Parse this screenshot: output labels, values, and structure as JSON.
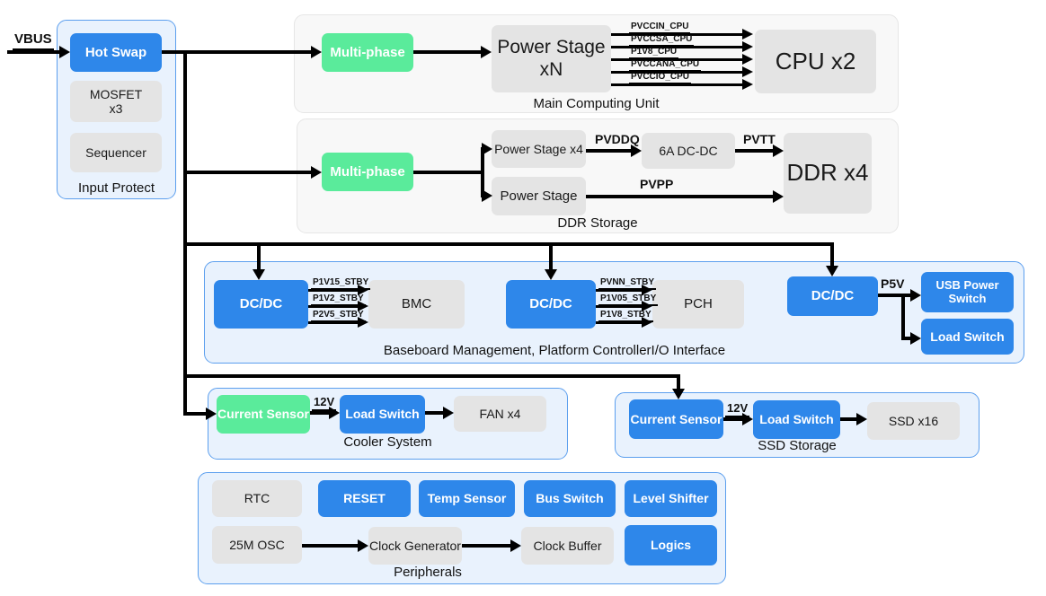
{
  "signals": {
    "vbus": "VBUS",
    "cpu_rails": [
      "PVCCIN_CPU",
      "PVCCSA_CPU",
      "P1V8_CPU",
      "PVCCANA_CPU",
      "PVCCIO_CPU"
    ],
    "ddr": {
      "pvddq": "PVDDQ",
      "pvtt": "PVTT",
      "pvpp": "PVPP"
    },
    "bmc_rails": [
      "P1V15_STBY",
      "P1V2_STBY",
      "P2V5_STBY"
    ],
    "pch_rails": [
      "PVNN_STBY",
      "P1V05_STBY",
      "P1V8_STBY"
    ],
    "p5v": "P5V",
    "cooler_12v": "12V",
    "ssd_12v": "12V"
  },
  "groups": {
    "input_protect": {
      "label": "Input Protect",
      "hot_swap": "Hot Swap",
      "mosfet": "MOSFET\nx3",
      "sequencer": "Sequencer"
    },
    "main_computing": {
      "label": "Main Computing Unit",
      "multi_phase": "Multi-phase",
      "power_stage": "Power Stage\nxN",
      "cpu": "CPU x2"
    },
    "ddr_storage": {
      "label": "DDR Storage",
      "multi_phase": "Multi-phase",
      "power_stage_x4": "Power Stage x4",
      "power_stage": "Power Stage",
      "dcdc_6a": "6A DC-DC",
      "ddr": "DDR x4"
    },
    "baseboard": {
      "label": "Baseboard Management, Platform ControllerI/O Interface",
      "dcdc1": "DC/DC",
      "bmc": "BMC",
      "dcdc2": "DC/DC",
      "pch": "PCH",
      "dcdc3": "DC/DC",
      "usb_power_switch": "USB Power\nSwitch",
      "load_switch": "Load Switch"
    },
    "cooler": {
      "label": "Cooler System",
      "current_sensor": "Current Sensor",
      "load_switch": "Load Switch",
      "fan": "FAN x4"
    },
    "ssd": {
      "label": "SSD Storage",
      "current_sensor": "Current Sensor",
      "load_switch": "Load Switch",
      "ssd": "SSD x16"
    },
    "peripherals": {
      "label": "Peripherals",
      "rtc": "RTC",
      "reset": "RESET",
      "temp_sensor": "Temp Sensor",
      "bus_switch": "Bus Switch",
      "level_shifter": "Level Shifter",
      "osc": "25M OSC",
      "clock_generator": "Clock Generator",
      "clock_buffer": "Clock Buffer",
      "logics": "Logics"
    }
  },
  "colors": {
    "block_blue": "#2E87EA",
    "block_green": "#5AEB9B",
    "block_gray": "#E4E4E4",
    "group_blue_bg": "#E9F2FD",
    "group_blue_border": "#5C9FEE",
    "group_gray_bg": "#F8F8F8",
    "group_gray_border": "#E6E6E6",
    "wire": "#000000"
  }
}
